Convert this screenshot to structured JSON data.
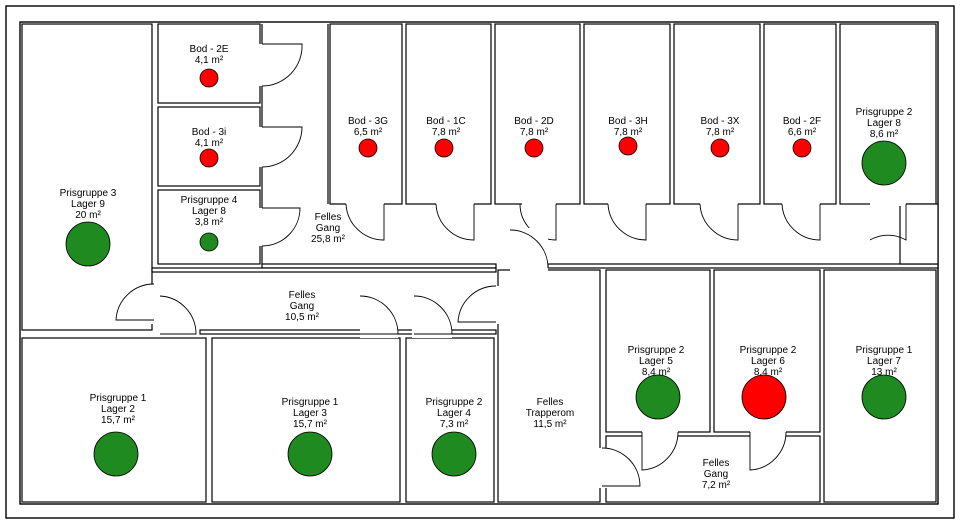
{
  "colors": {
    "available": "#1f8a1f",
    "occupied": "#ff0000",
    "wall": "#000000",
    "background": "#ffffff"
  },
  "rooms": [
    {
      "id": "bod-2e",
      "lines": [
        "Bod - 2E",
        "4,1 m²"
      ],
      "status": "occupied",
      "dot": "small"
    },
    {
      "id": "bod-3i",
      "lines": [
        "Bod - 3i",
        "4,1 m²"
      ],
      "status": "occupied",
      "dot": "small"
    },
    {
      "id": "lager-8a",
      "lines": [
        "Prisgruppe 4",
        "Lager 8",
        "3,8 m²"
      ],
      "status": "available",
      "dot": "small"
    },
    {
      "id": "lager-9",
      "lines": [
        "Prisgruppe 3",
        "Lager 9",
        "20 m²"
      ],
      "status": "available",
      "dot": "large"
    },
    {
      "id": "bod-3g",
      "lines": [
        "Bod - 3G",
        "6,5 m²"
      ],
      "status": "occupied",
      "dot": "small"
    },
    {
      "id": "bod-1c",
      "lines": [
        "Bod - 1C",
        "7,8 m²"
      ],
      "status": "occupied",
      "dot": "small"
    },
    {
      "id": "bod-2d",
      "lines": [
        "Bod - 2D",
        "7,8 m²"
      ],
      "status": "occupied",
      "dot": "small"
    },
    {
      "id": "bod-3h",
      "lines": [
        "Bod - 3H",
        "7,8 m²"
      ],
      "status": "occupied",
      "dot": "small"
    },
    {
      "id": "bod-3x",
      "lines": [
        "Bod - 3X",
        "7,8 m²"
      ],
      "status": "occupied",
      "dot": "small"
    },
    {
      "id": "bod-2f",
      "lines": [
        "Bod - 2F",
        "6,6 m²"
      ],
      "status": "occupied",
      "dot": "small"
    },
    {
      "id": "lager-8b",
      "lines": [
        "Prisgruppe 2",
        "Lager 8",
        "8,6 m²"
      ],
      "status": "available",
      "dot": "large"
    },
    {
      "id": "gang-a",
      "lines": [
        "Felles",
        "Gang",
        "25,8 m²"
      ],
      "status": "none"
    },
    {
      "id": "gang-b",
      "lines": [
        "Felles",
        "Gang",
        "10,5 m²"
      ],
      "status": "none"
    },
    {
      "id": "lager-2",
      "lines": [
        "Prisgruppe 1",
        "Lager 2",
        "15,7 m²"
      ],
      "status": "available",
      "dot": "large"
    },
    {
      "id": "lager-3",
      "lines": [
        "Prisgruppe 1",
        "Lager 3",
        "15,7 m²"
      ],
      "status": "available",
      "dot": "large"
    },
    {
      "id": "lager-4",
      "lines": [
        "Prisgruppe 2",
        "Lager 4",
        "7,3 m²"
      ],
      "status": "available",
      "dot": "large"
    },
    {
      "id": "trapperom",
      "lines": [
        "Felles",
        "Trapperom",
        "11,5 m²"
      ],
      "status": "none"
    },
    {
      "id": "lager-5",
      "lines": [
        "Prisgruppe 2",
        "Lager 5",
        "8,4 m²"
      ],
      "status": "available",
      "dot": "large"
    },
    {
      "id": "lager-6",
      "lines": [
        "Prisgruppe 2",
        "Lager 6",
        "8,4 m²"
      ],
      "status": "occupied",
      "dot": "large"
    },
    {
      "id": "lager-7",
      "lines": [
        "Prisgruppe 1",
        "Lager 7",
        "13 m²"
      ],
      "status": "available",
      "dot": "large"
    },
    {
      "id": "gang-c",
      "lines": [
        "Felles",
        "Gang",
        "7,2 m²"
      ],
      "status": "none"
    }
  ]
}
